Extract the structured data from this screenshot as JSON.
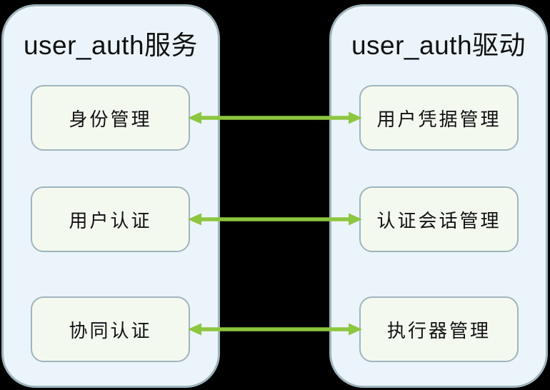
{
  "colors": {
    "background": "#000000",
    "panel_fill": "#EBF4FA",
    "panel_border": "#9FB4BC",
    "node_fill": "#F4F9F0",
    "node_border": "#9FB4BC",
    "arrow": "#8DC63F",
    "text": "#111111"
  },
  "panels": [
    {
      "title": "user_auth服务",
      "items": [
        {
          "label": "身份管理"
        },
        {
          "label": "用户认证"
        },
        {
          "label": "协同认证"
        }
      ]
    },
    {
      "title": "user_auth驱动",
      "items": [
        {
          "label": "用户凭据管理"
        },
        {
          "label": "认证会话管理"
        },
        {
          "label": "执行器管理"
        }
      ]
    }
  ],
  "connections": [
    {
      "from": "身份管理",
      "to": "用户凭据管理",
      "direction": "bidirectional"
    },
    {
      "from": "用户认证",
      "to": "认证会话管理",
      "direction": "bidirectional"
    },
    {
      "from": "协同认证",
      "to": "执行器管理",
      "direction": "bidirectional"
    }
  ]
}
